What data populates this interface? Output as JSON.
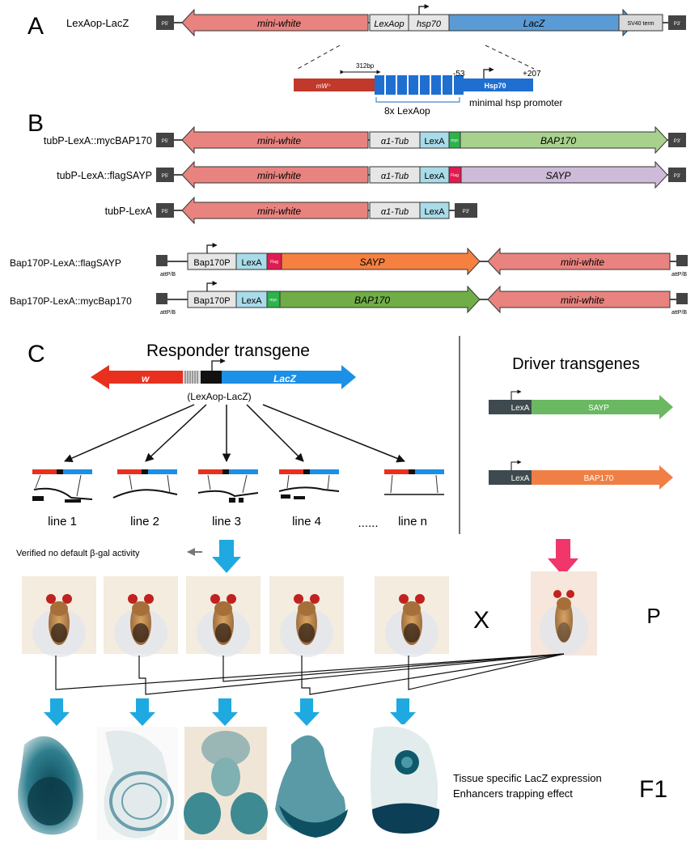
{
  "panels": {
    "a": "A",
    "b": "B",
    "c": "C",
    "responder_title": "Responder transgene",
    "driver_title": "Driver transgenes"
  },
  "common": {
    "p5": "P5'",
    "p3": "P3'",
    "mini_white": "mini-white",
    "a1tub": "α1-Tub",
    "lexa": "LexA",
    "myc": "myc",
    "flag": "Flag",
    "attpb": "attP/B"
  },
  "construct_a": {
    "label": "LexAop-LacZ",
    "lexaop": "LexAop",
    "hsp70": "hsp70",
    "lacz": "LacZ",
    "sv40": "SV40 term",
    "zoom_mw": "mW⁺",
    "zoom_hsp70": "Hsp70",
    "bp312": "312bp",
    "minus53": "-53",
    "plus207": "+207",
    "lexaop8x": "8x LexAop",
    "minimal_hsp": "minimal hsp promoter"
  },
  "constructs_b": [
    {
      "label": "tubP-LexA::mycBAP170",
      "gene": "BAP170"
    },
    {
      "label": "tubP-LexA::flagSAYP",
      "gene": "SAYP"
    },
    {
      "label": "tubP-LexA"
    },
    {
      "label": "Bap170P-LexA::flagSAYP",
      "promoter": "Bap170P",
      "gene": "SAYP"
    },
    {
      "label": "Bap170P-LexA::mycBap170",
      "promoter": "Bap170P",
      "gene": "BAP170"
    }
  ],
  "responder": {
    "w": "w",
    "lacz": "LacZ",
    "caption": "(LexAop-LacZ)"
  },
  "drivers": [
    {
      "lexa": "LexA",
      "gene": "SAYP",
      "color": "#6ab862"
    },
    {
      "lexa": "LexA",
      "gene": "BAP170",
      "color": "#f07f45"
    }
  ],
  "lines": [
    "line 1",
    "line 2",
    "line 3",
    "line 4",
    "......",
    "line n"
  ],
  "notes": {
    "verified": "Verified no default β-gal activity",
    "cross": "X",
    "p": "P",
    "f1": "F1",
    "tissue1": "Tissue specific LacZ expression",
    "tissue2": "Enhancers trapping effect"
  },
  "colors": {
    "mini_white": "#e8837f",
    "lacz": "#5b9bd5",
    "bap170_light": "#a9d18e",
    "sayp_light": "#cdbbd9",
    "bap170_green": "#70ad47",
    "sayp_orange": "#f58040",
    "lexa": "#a9dbe8",
    "myc": "#2db34a",
    "flag": "#e31a52",
    "driver_arrow": "#1fa9e1",
    "parent_arrow": "#f0366a",
    "responder_red": "#e8301e",
    "responder_blue": "#1c8fe6"
  }
}
